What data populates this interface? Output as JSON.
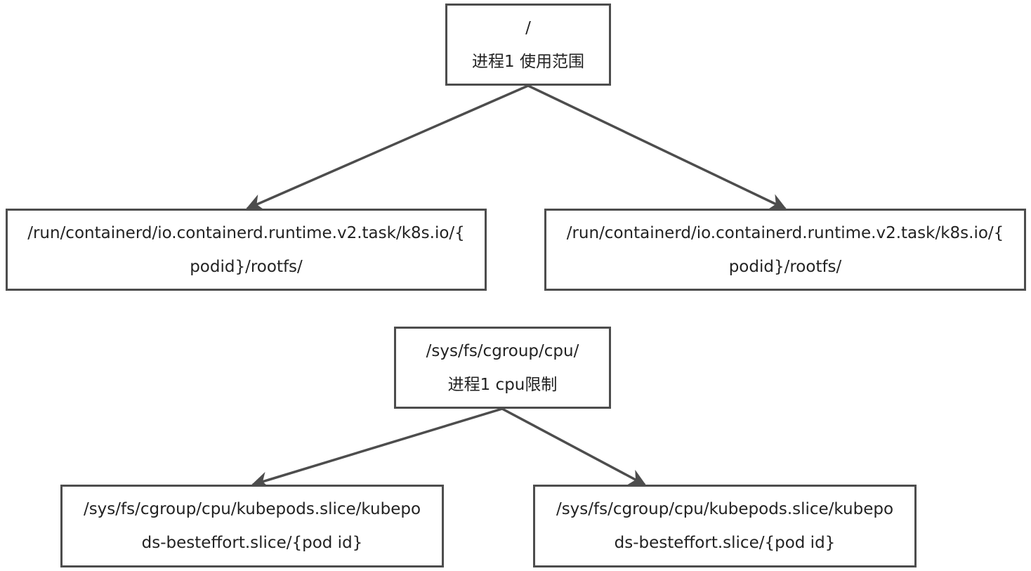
{
  "diagram": {
    "colors": {
      "stroke": "#4d4d4d",
      "text": "#222222",
      "background": "#ffffff"
    },
    "nodes": {
      "root": {
        "line1": "/",
        "line2": "进程1 使用范围"
      },
      "run_left": {
        "line1": "/run/containerd/io.containerd.runtime.v2.task/k8s.io/{",
        "line2": "podid}/rootfs/"
      },
      "run_right": {
        "line1": "/run/containerd/io.containerd.runtime.v2.task/k8s.io/{",
        "line2": "podid}/rootfs/"
      },
      "cpu": {
        "line1": "/sys/fs/cgroup/cpu/",
        "line2": "进程1 cpu限制"
      },
      "slice_left": {
        "line1": "/sys/fs/cgroup/cpu/kubepods.slice/kubepo",
        "line2": "ds-besteffort.slice/{pod id}"
      },
      "slice_right": {
        "line1": "/sys/fs/cgroup/cpu/kubepods.slice/kubepo",
        "line2": "ds-besteffort.slice/{pod id}"
      }
    },
    "edges": [
      {
        "from": "root",
        "to": "run_left"
      },
      {
        "from": "root",
        "to": "run_right"
      },
      {
        "from": "cpu",
        "to": "slice_left"
      },
      {
        "from": "cpu",
        "to": "slice_right"
      }
    ]
  }
}
